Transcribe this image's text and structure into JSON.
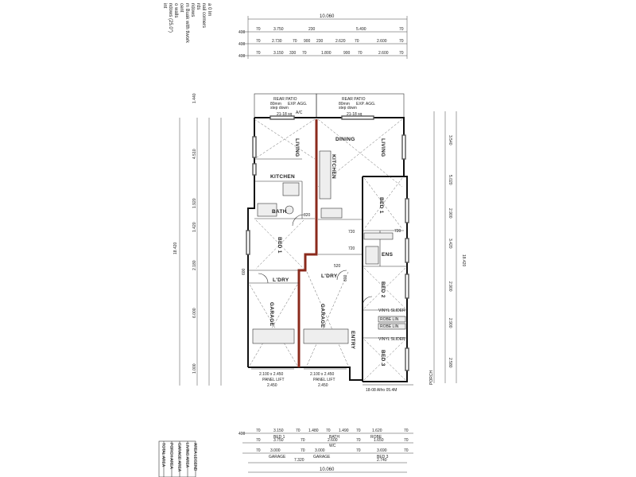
{
  "notes": {
    "lines": [
      "a 0 lm",
      "nail corners",
      "rds",
      "ridows",
      "m Buak with tlwork",
      "cent",
      "o walls",
      "ndows (25.0\")",
      "int"
    ]
  },
  "dimensions": {
    "overall_width": "10.060",
    "top_row1": [
      "400",
      "70",
      "3.750",
      "230",
      "5.490",
      "70"
    ],
    "top_row2": [
      "400",
      "70",
      "2.730",
      "70",
      "900",
      "230",
      "2.620",
      "70",
      "2.600",
      "70"
    ],
    "top_row3": [
      "400",
      "70",
      "3.150",
      "330",
      "70",
      "1.800",
      "900",
      "70",
      "2.600",
      "70"
    ],
    "left_total": "18.420",
    "right_total": "18.420",
    "left_labels": [
      "1.440",
      "4.510",
      "1.920",
      "1.420",
      "2.180",
      "6.000",
      "1.000"
    ],
    "right_labels": [
      "3.540",
      "5.020",
      "2.900",
      "3.420",
      "2.900",
      "2.900",
      "2.580"
    ],
    "bottom_row1": [
      "400",
      "70",
      "3.150",
      "70",
      "1.480",
      "70",
      "1.490",
      "70",
      "1.620",
      "70"
    ],
    "bottom_row1_rooms": [
      "BED 1",
      "BATH",
      "ROBE"
    ],
    "bottom_row2": [
      "70",
      "3.750",
      "70",
      "2.600",
      "70",
      "1.650",
      "70"
    ],
    "bottom_row2_rooms": [
      "WC"
    ],
    "bottom_row3": [
      "70",
      "3.000",
      "70",
      "3.000",
      "70",
      "3.690",
      "70"
    ],
    "bottom_row3_rooms": [
      "GARAGE",
      "GARAGE",
      "BED 3"
    ],
    "bottom_row4": [
      "7.320",
      "2.740"
    ],
    "bottom_overall": "10.060"
  },
  "patios": [
    {
      "title": "REAR PATIO",
      "line1": "80mm",
      "line2": "step down",
      "line3": "EXP. AGG.",
      "area": "21-18 sq"
    },
    {
      "title": "REAR PATIO",
      "line1": "80mm",
      "line2": "step down",
      "line3": "EXP. AGG.",
      "area": "21-18 sq"
    }
  ],
  "rooms": {
    "living_left": "LIVING",
    "kitchen_left": "KITCHEN",
    "bath_left": "BATH",
    "bed1_left": "BED 1",
    "ldry_left": "L'DRY",
    "garage_left": "GARAGE",
    "dining": "DINING",
    "kitchen_right": "KITCHEN",
    "living_right": "LIVING",
    "bed1_right": "BED 1",
    "ens": "ENS",
    "ldry_right": "L'DRY",
    "garage_right": "GARAGE",
    "bed2": "BED 2",
    "entry": "ENTRY",
    "bed3": "BED 3"
  },
  "labels": {
    "vinyl1": "VINYL SLIDER",
    "vinyl2": "VINYL SLIDER",
    "robe1": "ROBE LIN",
    "robe2": "ROBE LIN",
    "ac": "A/C",
    "door820": "820",
    "d720a": "720",
    "d720b": "720",
    "d720c": "720",
    "d600a": "600",
    "d600b": "600",
    "d520": "520"
  },
  "garage_doors": [
    {
      "size": "2.100 x 2.450",
      "type": "PANEL LIFT",
      "width": "2.450"
    },
    {
      "size": "2.100 x 2.450",
      "type": "PANEL LIFT",
      "width": "2.450"
    }
  ],
  "porch": {
    "area": "18-08 Alfro 05.4M",
    "label": "PORCH"
  },
  "legend": {
    "title": "AREA LEGEND",
    "rows": [
      "LIVING AREA",
      "GARAGE AREA",
      "PORCH AREA",
      "TOTAL AREA"
    ]
  }
}
